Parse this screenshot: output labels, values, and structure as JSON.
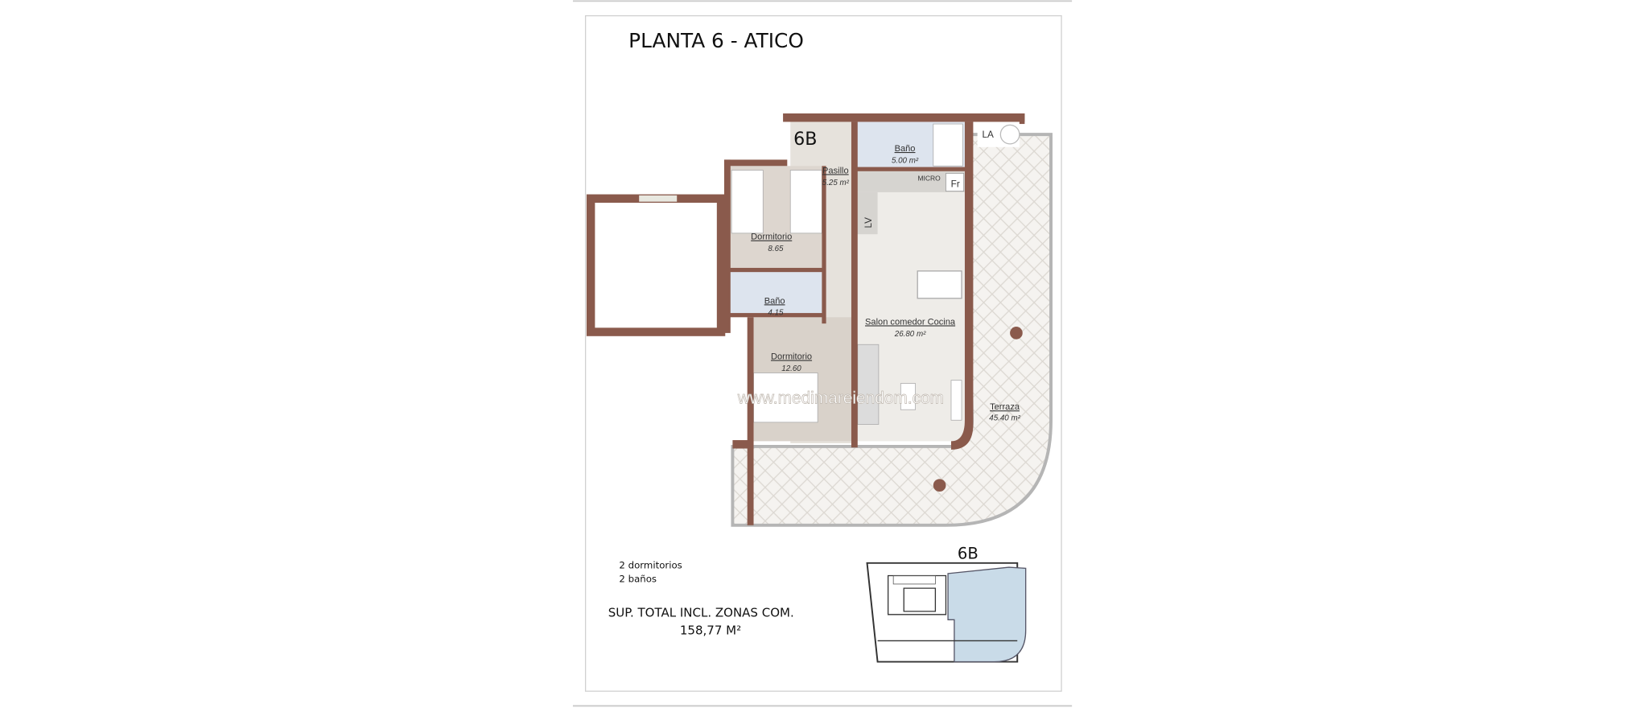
{
  "title": "PLANTA 6 - ATICO",
  "unit_label": "6B",
  "rooms": {
    "pasillo": {
      "name": "Pasillo",
      "area": "5.25 m²"
    },
    "bano_main": {
      "name": "Baño",
      "area": "5.00 m²"
    },
    "dormitorio_1": {
      "name": "Dormitorio",
      "area": "8.65"
    },
    "bano_2": {
      "name": "Baño",
      "area": "4.15"
    },
    "salon": {
      "name": "Salon comedor Cocina",
      "area": "26.80 m²"
    },
    "dormitorio_2": {
      "name": "Dormitorio",
      "area": "12.60"
    },
    "terraza": {
      "name": "Terraza",
      "area": "45.40 m²"
    }
  },
  "fixtures": {
    "micro": "MICRO",
    "fridge": "Fr",
    "dishwasher": "LV",
    "washer": "LA"
  },
  "watermark": "www.medimareiendom.com",
  "summary": {
    "bedrooms": "2 dormitorios",
    "bathrooms": "2 baños",
    "total_label": "SUP. TOTAL INCL. ZONAS COM.",
    "total_value": "158,77 M²"
  },
  "minimap": {
    "label": "6B"
  },
  "colors": {
    "wall": "#8a5a4c",
    "highlight": "#c9dbe8",
    "terrace": "#f3f1ee"
  }
}
